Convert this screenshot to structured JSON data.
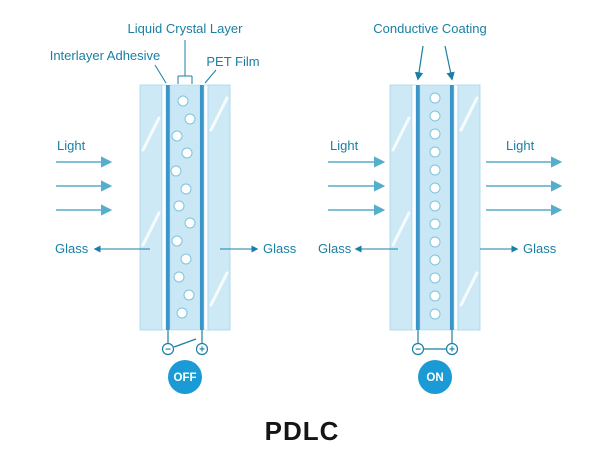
{
  "title": "PDLC",
  "off_panel": {
    "label_liquid_crystal_layer": "Liquid Crystal Layer",
    "label_interlayer_adhesive": "Interlayer Adhesive",
    "label_pet_film": "PET Film",
    "label_light": "Light",
    "label_glass_left": "Glass",
    "label_glass_right": "Glass",
    "terminal_minus": "−",
    "terminal_plus": "+",
    "state": "OFF"
  },
  "on_panel": {
    "label_conductive_coating": "Conductive Coating",
    "label_light_left": "Light",
    "label_light_right": "Light",
    "label_glass_left": "Glass",
    "label_glass_right": "Glass",
    "terminal_minus": "−",
    "terminal_plus": "+",
    "state": "ON"
  },
  "colors": {
    "label_text": "#1a7fa4",
    "light_arrow": "#55aecb",
    "glass_fill": "#cde9f5",
    "lc_layer_fill": "#c9e7f4",
    "conductive_coating_fill": "#3a96c8",
    "droplet_stroke": "#7fc4e0",
    "state_badge_fill": "#1b9bd5",
    "title_text": "#151515"
  }
}
